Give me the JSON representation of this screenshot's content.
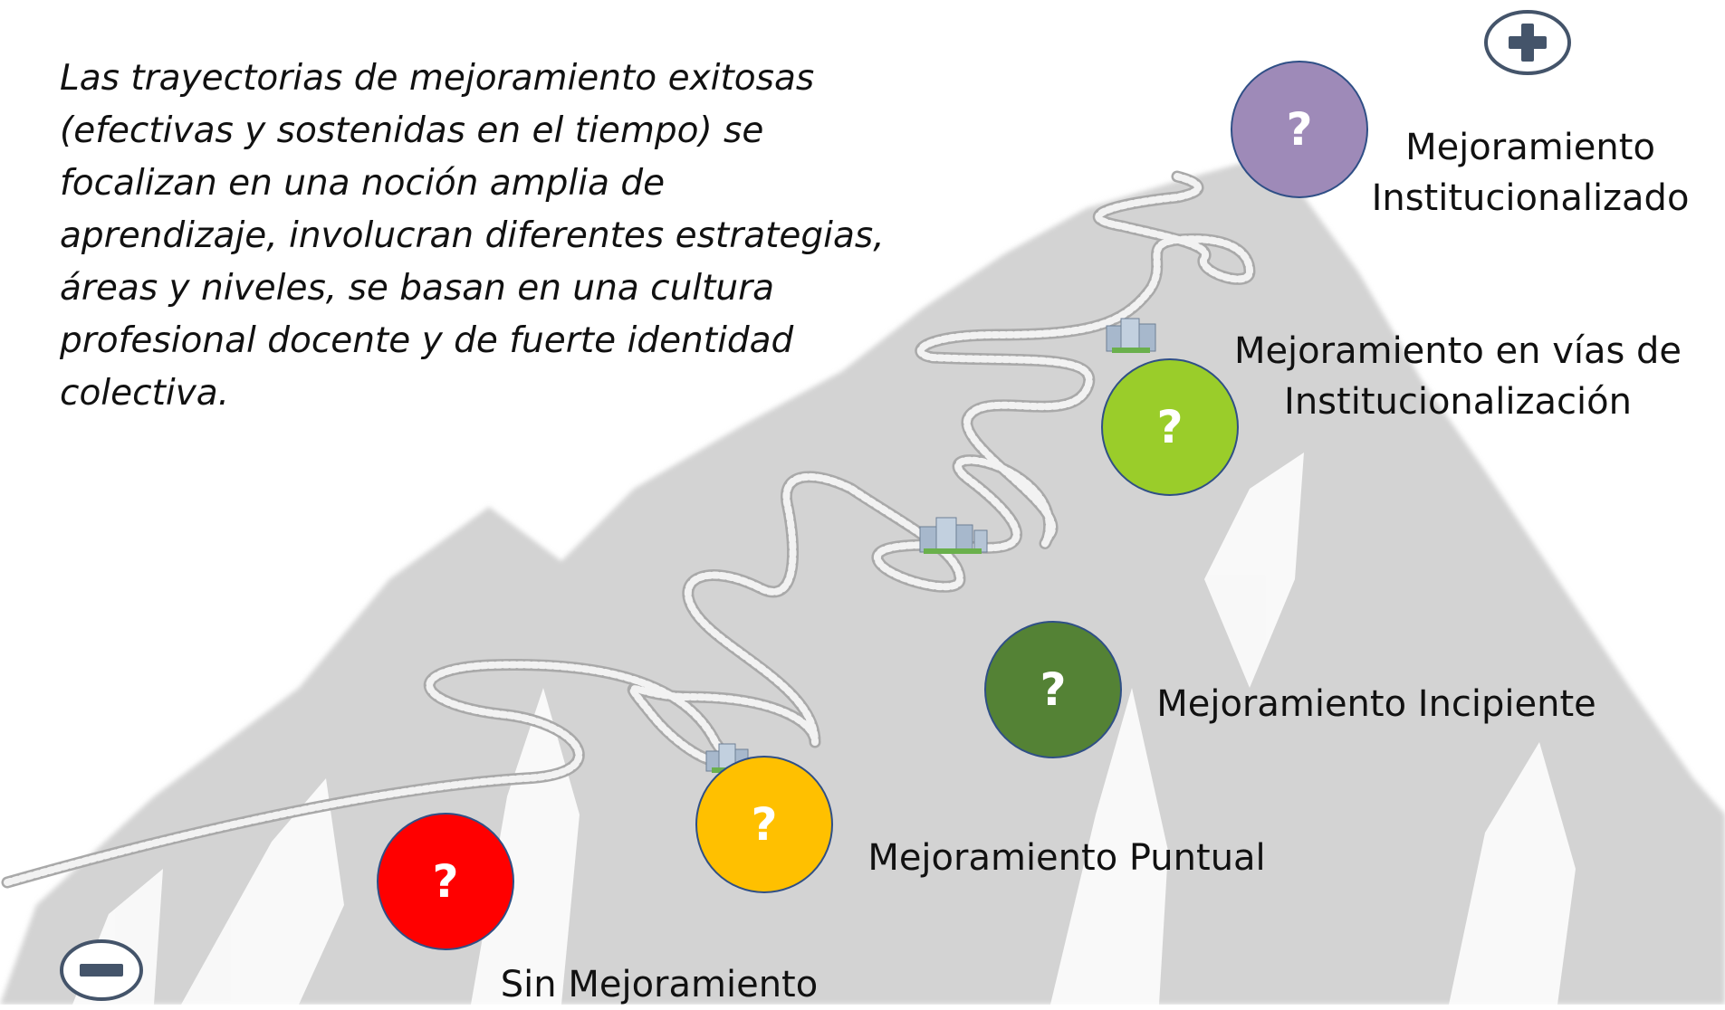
{
  "intro_text": "Las trayectorias de mejoramiento exitosas (efectivas y sostenidas en el tiempo) se focalizan en una noción amplia de aprendizaje, involucran diferentes estrategias, áreas y niveles, se basan en una cultura profesional docente y de fuerte identidad colectiva.",
  "stages": [
    {
      "label": "Sin Mejoramiento",
      "marker": "?",
      "color": "#ff0000"
    },
    {
      "label": "Mejoramiento Puntual",
      "marker": "?",
      "color": "#ffc000"
    },
    {
      "label": "Mejoramiento Incipiente",
      "marker": "?",
      "color": "#548235"
    },
    {
      "label": "Mejoramiento en vías de Institucionalización",
      "marker": "?",
      "color": "#9acd2a"
    },
    {
      "label": "Mejoramiento Institucionalizado",
      "marker": "?",
      "color": "#9e8ab8"
    }
  ],
  "controls": {
    "plus_icon": "plus-circle-icon",
    "minus_icon": "minus-circle-icon",
    "icon_color": "#44546a"
  },
  "decor": {
    "mountain_color": "#d3d3d3",
    "road_color": "#ececec",
    "building_icon": "building-icon"
  }
}
